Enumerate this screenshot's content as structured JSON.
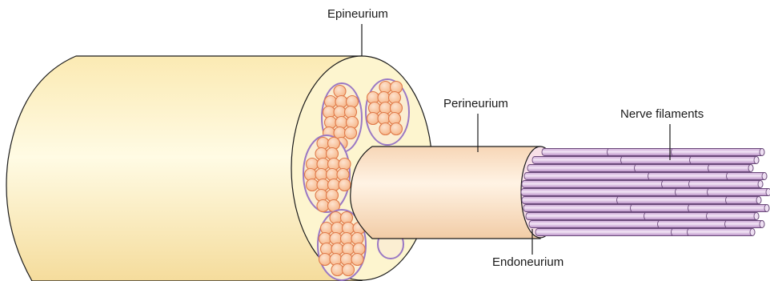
{
  "labels": {
    "epineurium": "Epineurium",
    "perineurium": "Perineurium",
    "nerve_filaments": "Nerve filaments",
    "endoneurium": "Endoneurium"
  },
  "colors": {
    "epineurium_fill": "#fbf2c4",
    "epineurium_shade": "#f5dfa0",
    "fascicle_outline": "#9a78c4",
    "fiber_fill": "#f9c39a",
    "fiber_outline": "#e07a4a",
    "perineurium_fill": "#fce7cf",
    "filament_fill": "#dcc0e3",
    "filament_outline": "#6a4a7a",
    "leader_line": "#1a1a1a"
  }
}
